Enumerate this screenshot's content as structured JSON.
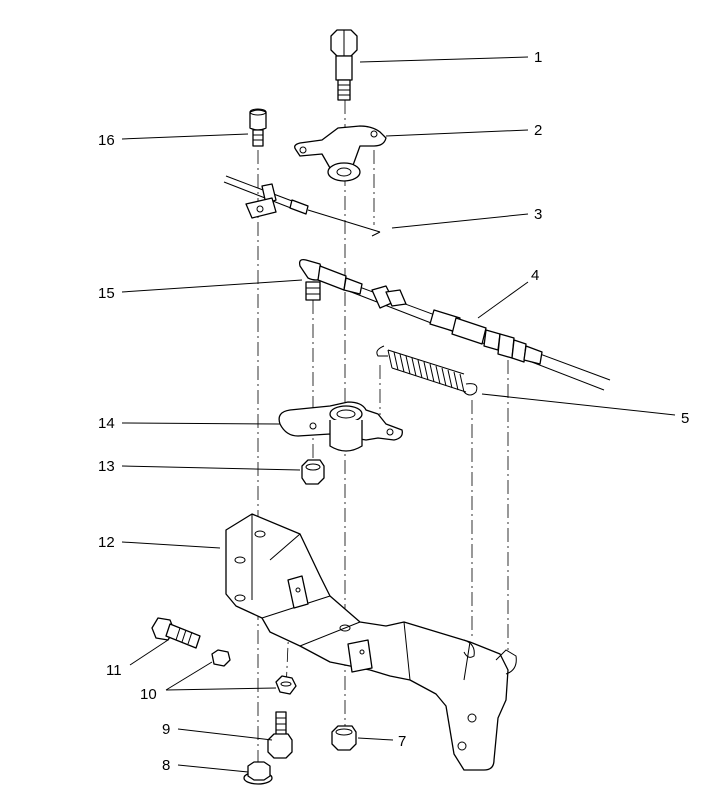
{
  "callouts": [
    {
      "id": "1",
      "label": "1"
    },
    {
      "id": "2",
      "label": "2"
    },
    {
      "id": "3",
      "label": "3"
    },
    {
      "id": "4",
      "label": "4"
    },
    {
      "id": "5",
      "label": "5"
    },
    {
      "id": "7",
      "label": "7"
    },
    {
      "id": "8",
      "label": "8"
    },
    {
      "id": "9",
      "label": "9"
    },
    {
      "id": "10",
      "label": "10"
    },
    {
      "id": "11",
      "label": "11"
    },
    {
      "id": "12",
      "label": "12"
    },
    {
      "id": "13",
      "label": "13"
    },
    {
      "id": "14",
      "label": "14"
    },
    {
      "id": "15",
      "label": "15"
    },
    {
      "id": "16",
      "label": "16"
    }
  ]
}
